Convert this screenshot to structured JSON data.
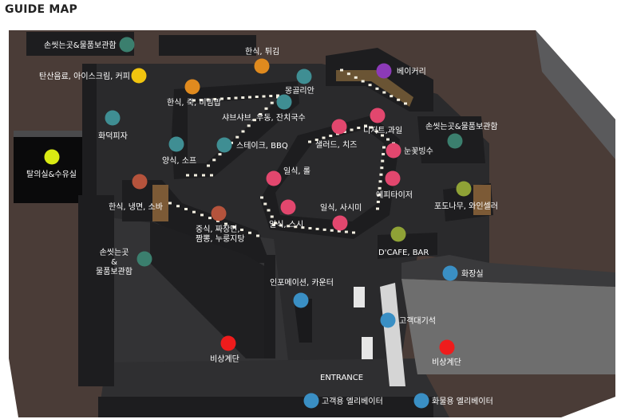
{
  "title": "GUIDE MAP",
  "colors": {
    "background": "#ffffff",
    "floor_dark": "#2a2a2c",
    "wall_brown": "#4a3c37",
    "roof_grey": "#5a5a5c",
    "counter_dark": "#1d1d1f",
    "tile_floor": "#6e6e6e",
    "marker_teal": "#3f8e93",
    "marker_blue": "#3a8fc4",
    "marker_orange": "#e08a1e",
    "marker_pink": "#e2476e",
    "marker_red": "#ee1c1c",
    "marker_yellow": "#f1c40f",
    "marker_lime": "#d9ea13",
    "marker_purple": "#8c3ab8",
    "marker_olive": "#8fa236",
    "marker_brown": "#b5533c",
    "marker_green": "#3b7f6e"
  },
  "entrance_label": "ENTRANCE",
  "markers": [
    {
      "id": "luggage-top",
      "label": "손씻는곳&물품보관함",
      "color": "#3b7f6e"
    },
    {
      "id": "drinks",
      "label": "탄산음료, 아이스크림, 커피",
      "color": "#f1c40f"
    },
    {
      "id": "korean-fried",
      "label": "한식, 튀김",
      "color": "#e08a1e"
    },
    {
      "id": "korean-bibim",
      "label": "한식, 죽, 비빔밥",
      "color": "#e08a1e"
    },
    {
      "id": "mongolian",
      "label": "몽골리안",
      "color": "#3f8e93"
    },
    {
      "id": "shabu",
      "label": "샤브샤브, 우동, 잔치국수",
      "color": "#3f8e93"
    },
    {
      "id": "bakery",
      "label": "베이커리",
      "color": "#8c3ab8"
    },
    {
      "id": "pizza",
      "label": "화덕피자",
      "color": "#3f8e93"
    },
    {
      "id": "dessert",
      "label": "디저트,과일",
      "color": "#e2476e"
    },
    {
      "id": "salad-cheese",
      "label": "샐러드, 치즈",
      "color": "#e2476e"
    },
    {
      "id": "luggage-right",
      "label": "손씻는곳&물품보관함",
      "color": "#3b7f6e"
    },
    {
      "id": "steak",
      "label": "스테이크, BBQ",
      "color": "#3f8e93"
    },
    {
      "id": "western-soup",
      "label": "양식, 소프",
      "color": "#3f8e93"
    },
    {
      "id": "bingsu",
      "label": "눈꽃빙수",
      "color": "#e2476e"
    },
    {
      "id": "nursing",
      "label": "탈의실&수유실",
      "color": "#d9ea13"
    },
    {
      "id": "japanese-roll",
      "label": "일식, 롤",
      "color": "#e2476e"
    },
    {
      "id": "appetizer",
      "label": "에피타이저",
      "color": "#e2476e"
    },
    {
      "id": "wine",
      "label": "포도나무, 와인셀러",
      "color": "#8fa236"
    },
    {
      "id": "korean-noodle",
      "label": "한식, 냉면, 소바",
      "color": "#b5533c"
    },
    {
      "id": "japanese-sashimi",
      "label": "일식, 사시미",
      "color": "#e2476e"
    },
    {
      "id": "japanese-sushi",
      "label": "일식, 스시",
      "color": "#e2476e"
    },
    {
      "id": "chinese",
      "label": "중식, 짜장면,\n짬뽕, 누룽지탕",
      "color": "#b5533c"
    },
    {
      "id": "dcafe",
      "label": "D'CAFE, BAR",
      "color": "#8fa236"
    },
    {
      "id": "luggage-left",
      "label": "손씻는곳\n&\n물품보관함",
      "color": "#3b7f6e"
    },
    {
      "id": "restroom",
      "label": "화장실",
      "color": "#3a8fc4"
    },
    {
      "id": "info",
      "label": "인포메이션, 카운터",
      "color": "#3a8fc4"
    },
    {
      "id": "waiting",
      "label": "고객대기석",
      "color": "#3a8fc4"
    },
    {
      "id": "emergency-left",
      "label": "비상계단",
      "color": "#ee1c1c"
    },
    {
      "id": "emergency-right",
      "label": "비상계단",
      "color": "#ee1c1c"
    },
    {
      "id": "elevator-customer",
      "label": "고객용 엘리베이터",
      "color": "#3a8fc4"
    },
    {
      "id": "elevator-cargo",
      "label": "화물용 엘리베이터",
      "color": "#3a8fc4"
    }
  ]
}
